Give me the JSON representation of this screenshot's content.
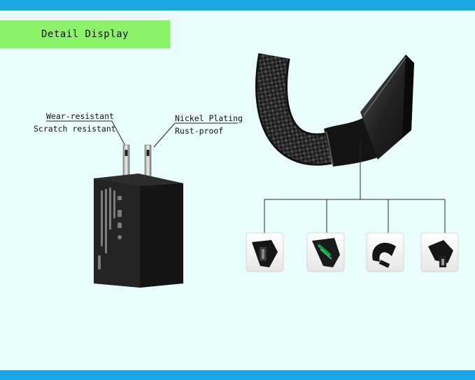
{
  "header": {
    "title": "Detail Display"
  },
  "callouts": {
    "left_line1": "Wear-resistant",
    "left_line2": "Scratch resistant",
    "right_line1": "Nickel Plating",
    "right_line2": "Rust-proof"
  },
  "colors": {
    "background": "#e9fdfc",
    "accent_bar": "#1aa7e6",
    "title_box": "#8bf26a"
  }
}
